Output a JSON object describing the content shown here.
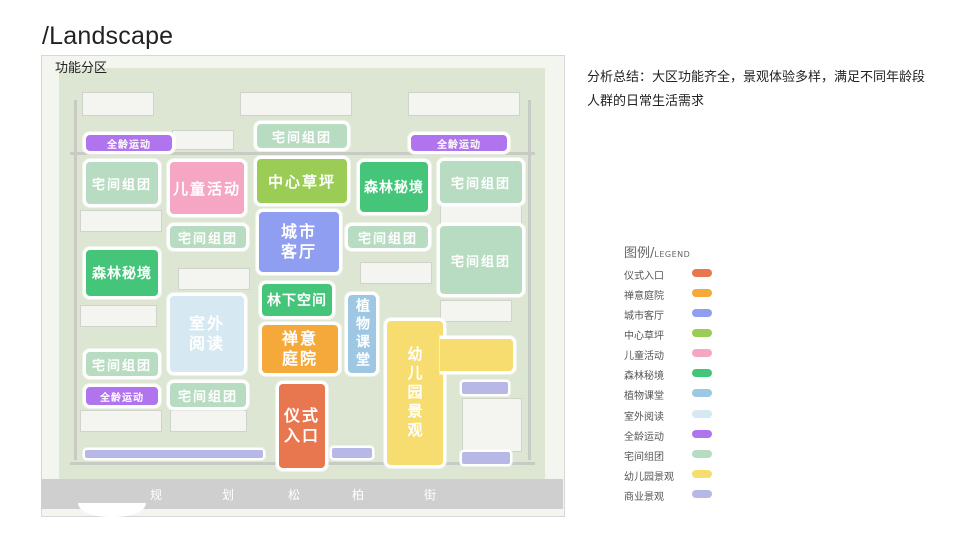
{
  "header": {
    "title": "/Landscape"
  },
  "map": {
    "label": "功能分区",
    "street_chars": [
      "规",
      "划",
      "松",
      "柏",
      "街"
    ],
    "zones": {
      "z_elder_top_left": "全龄运动",
      "z_elder_top_right": "全龄运动",
      "z_elder_bottom_left": "全龄运动",
      "z_court_top_center": "宅间组团",
      "z_court_l1": "宅间组团",
      "z_court_r1": "宅间组团",
      "z_court_c1": "宅间组团",
      "z_court_c2": "宅间组团",
      "z_court_r2": "宅间组团",
      "z_court_l2": "宅间组团",
      "z_court_c3": "宅间组团",
      "z_children": "儿童活动",
      "z_lawn": "中心草坪",
      "z_forest_top": "森林秘境",
      "z_forest_left": "森林秘境",
      "z_city_lounge_1": "城市",
      "z_city_lounge_2": "客厅",
      "z_under_forest": "林下空间",
      "z_reading_1": "室外",
      "z_reading_2": "阅读",
      "z_zen_1": "禅意",
      "z_zen_2": "庭院",
      "z_plant": "植物课堂",
      "z_kinder": "幼儿园景观",
      "z_entry_1": "仪式",
      "z_entry_2": "入口"
    }
  },
  "summary": "分析总结：大区功能齐全，景观体验多样，满足不同年龄段人群的日常生活需求",
  "legend": {
    "title": "图例/",
    "subtitle": "LEGEND",
    "items": [
      {
        "label": "仪式入口",
        "color": "#e8764e"
      },
      {
        "label": "禅意庭院",
        "color": "#f5a93a"
      },
      {
        "label": "城市客厅",
        "color": "#8f9ef0"
      },
      {
        "label": "中心草坪",
        "color": "#9bcc55"
      },
      {
        "label": "儿童活动",
        "color": "#f5a6c2"
      },
      {
        "label": "森林秘境",
        "color": "#45c57a"
      },
      {
        "label": "植物课堂",
        "color": "#9dc7e3"
      },
      {
        "label": "室外阅读",
        "color": "#d6e8f2"
      },
      {
        "label": "全龄运动",
        "color": "#b075ee"
      },
      {
        "label": "宅间组团",
        "color": "#b8dcc2"
      },
      {
        "label": "幼儿园景观",
        "color": "#f7dc6f"
      },
      {
        "label": "商业景观",
        "color": "#b7b8e6"
      }
    ]
  }
}
